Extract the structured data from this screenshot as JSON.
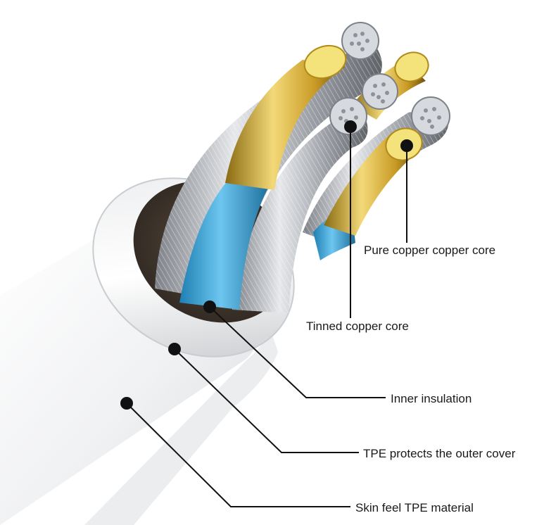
{
  "callouts": {
    "pure_copper": "Pure copper copper core",
    "tinned_copper": "Tinned copper core",
    "inner_insulation": "Inner insulation",
    "outer_cover": "TPE protects the outer cover",
    "skin_material": "Skin feel TPE material"
  },
  "colors": {
    "jacket": "#f2f3f4",
    "insulation": "#3aa3d2",
    "pure_copper": "#d9b443",
    "tinned_copper": "#b8bcc1",
    "leader": "#111111"
  }
}
